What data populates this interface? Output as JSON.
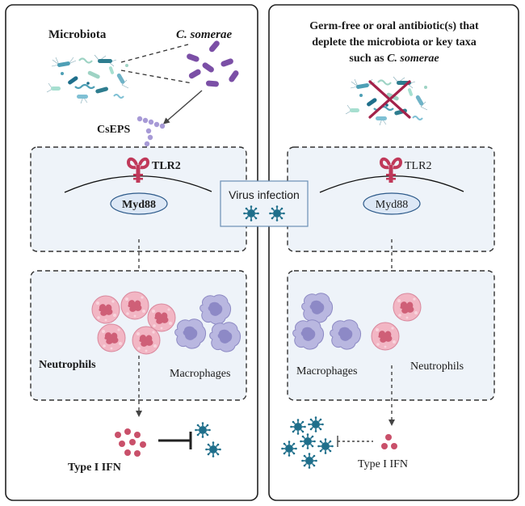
{
  "left_panel": {
    "microbiota_label": "Microbiota",
    "species_label": "C. somerae",
    "polysaccharide_label": "CsEPS",
    "receptor_label": "TLR2",
    "adaptor_label": "Myd88",
    "neutrophils_label": "Neutrophils",
    "macrophages_label": "Macrophages",
    "ifn_label": "Type I IFN"
  },
  "center": {
    "virus_label": "Virus infection"
  },
  "right_panel": {
    "title_line1": "Germ-free or oral antibiotic(s) that",
    "title_line2": "deplete the microbiota or key taxa",
    "title_line3_prefix": "such as ",
    "title_line3_species": "C. somerae",
    "receptor_label": "TLR2",
    "adaptor_label": "Myd88",
    "macrophages_label": "Macrophages",
    "neutrophils_label": "Neutrophils",
    "ifn_label": "Type I IFN"
  },
  "colors": {
    "panel_border": "#222222",
    "cell_box_fill": "#eef3f9",
    "bacteria_purple": "#7b4fa6",
    "tlr2_red": "#c0395a",
    "myd88_fill": "#dde8f6",
    "myd88_stroke": "#2d5a8a",
    "neutrophil_pink": "#f2b6c4",
    "macrophage_lavender": "#b9b7e0",
    "virus_teal": "#1f6f8b",
    "ifn_red": "#c9506a",
    "cross_red": "#a3224a"
  }
}
